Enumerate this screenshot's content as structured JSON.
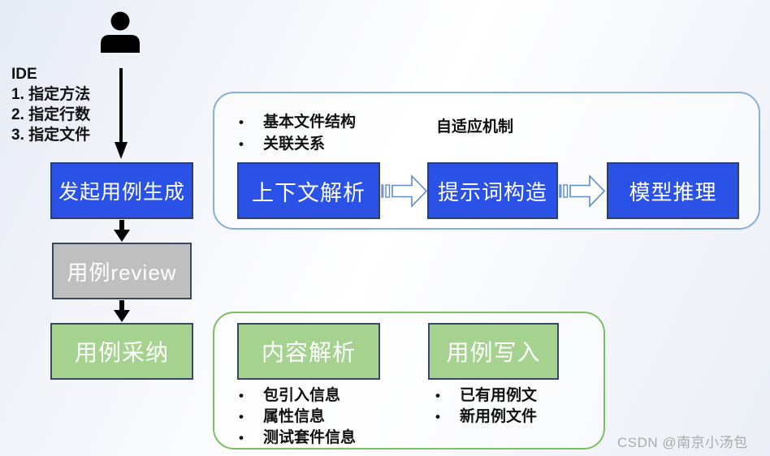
{
  "ide_panel": {
    "title": "IDE",
    "items": [
      "1. 指定方法",
      "2. 指定行数",
      "3. 指定文件"
    ]
  },
  "left_flow": {
    "steps": [
      {
        "label": "发起用例生成",
        "color": "#2b52e7"
      },
      {
        "label": "用例review",
        "color": "#bfbfbf"
      },
      {
        "label": "用例采纳",
        "color": "#a6d28f"
      }
    ]
  },
  "generation_panel": {
    "bullets": [
      "基本文件结构",
      "关联关系"
    ],
    "caption": "自适应机制",
    "steps": [
      "上下文解析",
      "提示词构造",
      "模型推理"
    ]
  },
  "adoption_panel": {
    "steps": [
      {
        "label": "内容解析",
        "bullets": [
          "包引入信息",
          "属性信息",
          "测试套件信息"
        ]
      },
      {
        "label": "用例写入",
        "bullets": [
          "已有用例文",
          "新用例文件"
        ]
      }
    ]
  },
  "watermark": "CSDN @南京小汤包",
  "icons": {
    "actor": "person-icon",
    "flow_arrow": "down-arrow-icon",
    "step_arrow": "striped-right-arrow-icon"
  },
  "colors": {
    "process_blue": "#2b52e7",
    "review_gray": "#bfbfbf",
    "adopt_green": "#a6d28f",
    "node_border": "#3a4764",
    "blue_panel_border": "#85aed8",
    "green_panel_border": "#7cbe62",
    "arrow_outline": "#5e8bc8",
    "text_dark": "#111111",
    "watermark_gray": "#ababab"
  }
}
